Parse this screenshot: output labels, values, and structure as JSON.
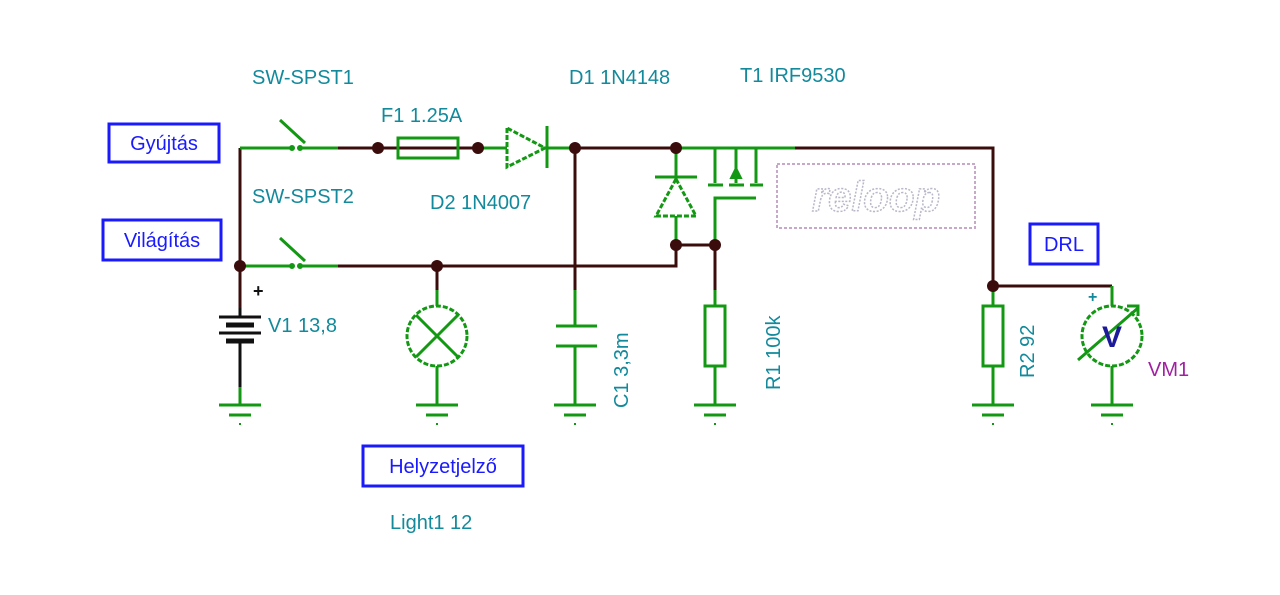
{
  "diagram": {
    "type": "circuit-schematic",
    "net_labels": {
      "ignition": "Gyújtás",
      "lighting": "Világítás",
      "position_light": "Helyzetjelző",
      "drl": "DRL"
    },
    "components": {
      "sw1": "SW-SPST1",
      "sw2": "SW-SPST2",
      "fuse": "F1 1.25A",
      "d1": "D1 1N4148",
      "d2": "D2 1N4007",
      "t1": "T1 IRF9530",
      "v1": "V1 13,8",
      "v1_polarity": "+",
      "light": "Light1 12",
      "c1": "C1 3,3m",
      "r1": "R1 100k",
      "r2": "R2 92",
      "vm1": "VM1",
      "vm1_polarity": "+",
      "vm1_symbol": "V"
    },
    "watermark": "reloop",
    "colors": {
      "wire": "#3a0c0c",
      "component": "#129812",
      "component_label": "#128a9c",
      "net_label": "#1a1aff",
      "meter_label": "#a021a0"
    }
  }
}
